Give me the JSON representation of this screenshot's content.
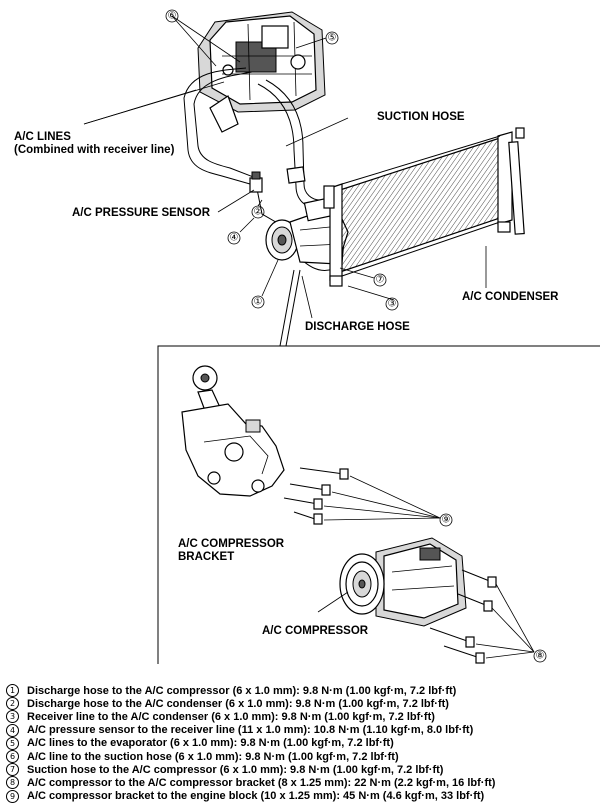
{
  "labels": {
    "ac_lines": "A/C LINES",
    "ac_lines_note": "(Combined with receiver line)",
    "suction_hose": "SUCTION HOSE",
    "pressure_sensor": "A/C PRESSURE SENSOR",
    "condenser": "A/C CONDENSER",
    "discharge_hose": "DISCHARGE HOSE",
    "compressor_bracket_1": "A/C COMPRESSOR",
    "compressor_bracket_2": "BRACKET",
    "compressor": "A/C COMPRESSOR"
  },
  "callouts": [
    "①",
    "②",
    "③",
    "④",
    "⑤",
    "⑥",
    "⑦",
    "⑧",
    "⑨"
  ],
  "legend": [
    {
      "num": "1",
      "text": "Discharge hose to the A/C compressor (6 x 1.0 mm): 9.8 N·m (1.00 kgf·m, 7.2 lbf·ft)"
    },
    {
      "num": "2",
      "text": "Discharge hose to the A/C condenser (6 x 1.0 mm): 9.8 N·m (1.00 kgf·m, 7.2 lbf·ft)"
    },
    {
      "num": "3",
      "text": "Receiver line to the A/C condenser (6 x 1.0 mm): 9.8 N·m (1.00 kgf·m, 7.2 lbf·ft)"
    },
    {
      "num": "4",
      "text": "A/C pressure sensor to the receiver line (11 x 1.0 mm): 10.8 N·m (1.10 kgf·m, 8.0 lbf·ft)"
    },
    {
      "num": "5",
      "text": "A/C lines to the evaporator (6 x 1.0 mm): 9.8 N·m (1.00 kgf·m, 7.2 lbf·ft)"
    },
    {
      "num": "6",
      "text": "A/C line to the suction hose (6 x 1.0 mm): 9.8 N·m (1.00 kgf·m, 7.2 lbf·ft)"
    },
    {
      "num": "7",
      "text": "Suction hose to the A/C compressor (6 x 1.0 mm): 9.8 N·m (1.00 kgf·m, 7.2 lbf·ft)"
    },
    {
      "num": "8",
      "text": "A/C compressor to the A/C compressor bracket (8 x 1.25 mm): 22 N·m (2.2 kgf·m, 16 lbf·ft)"
    },
    {
      "num": "9",
      "text": "A/C compressor bracket to the engine block (10 x 1.25 mm): 45 N·m (4.6 kgf·m, 33 lbf·ft)"
    }
  ]
}
